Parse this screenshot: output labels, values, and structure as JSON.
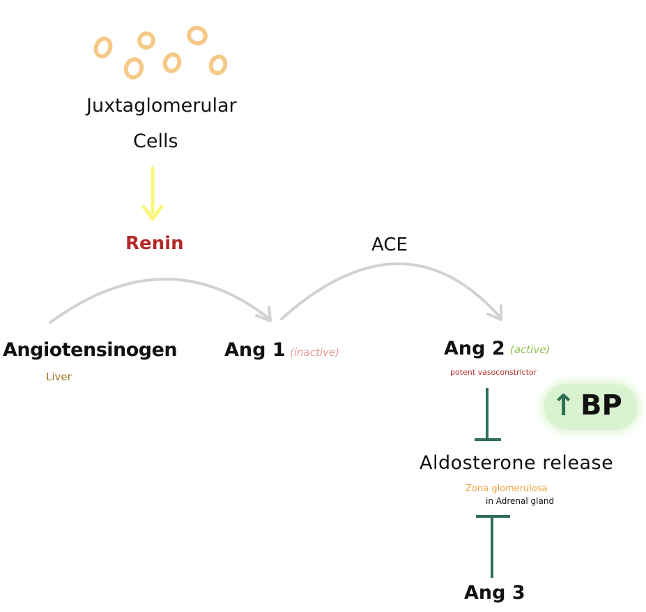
{
  "colors": {
    "cells": "#f5c987",
    "arrow_yellow": "#f9f77a",
    "renin": "#b5282a",
    "enzyme_arc": "#d2d2d2",
    "inactive": "#e69a9a",
    "active": "#8bc34a",
    "potent": "#b5282a",
    "liver": "#9a7a20",
    "zona": "#f0a040",
    "inhibit": "#2f6f55",
    "bp_badge": "#d9f2cf",
    "bp_arrow": "#2f6f55"
  },
  "icons": {
    "cells": "circle-outline-cluster",
    "arrows": "arrow-icon",
    "inhibit": "inhibition-t-bar",
    "bp_up": "up-arrow-icon"
  },
  "cells": {
    "line1": "Juxtaglomerular",
    "line2": "Cells"
  },
  "enzymes": {
    "renin": "Renin",
    "ace": "ACE"
  },
  "nodes": {
    "angiotensinogen": "Angiotensinogen",
    "liver": "Liver",
    "ang1": "Ang 1",
    "ang1_state": "(inactive)",
    "ang2": "Ang 2",
    "ang2_state": "(active)",
    "ang2_note": "potent vasoconstrictor",
    "aldosterone": "Aldosterone release",
    "zona": "Zona glomerulosa",
    "adrenal": "in Adrenal gland",
    "ang3": "Ang 3"
  },
  "bp": {
    "arrow": "↑",
    "label": "BP"
  }
}
